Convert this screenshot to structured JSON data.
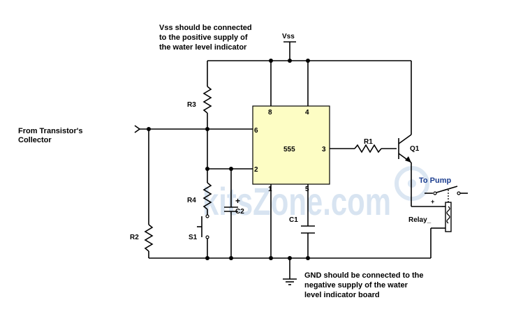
{
  "notes": {
    "vss_line1": "Vss should be connected",
    "vss_line2": "to the positive supply of",
    "vss_line3": "the water level indicator",
    "gnd_line1": "GND should be connected to the",
    "gnd_line2": "negative supply of the water",
    "gnd_line3": "level indicator board"
  },
  "input": {
    "line1": "From Transistor's",
    "line2": "Collector"
  },
  "supply": {
    "vss": "Vss"
  },
  "ic": {
    "name": "555",
    "pins": {
      "p8": "8",
      "p4": "4",
      "p6": "6",
      "p2": "2",
      "p3": "3",
      "p1": "1",
      "p5": "5"
    }
  },
  "components": {
    "r1": "R1",
    "r2": "R2",
    "r3": "R3",
    "r4": "R4",
    "c1": "C1",
    "c2": "C2",
    "s1": "S1",
    "q1": "Q1",
    "relay": "Relay_",
    "pump": "To Pump",
    "plus_c2": "+",
    "plus_relay": "+"
  },
  "watermark": "kitsZone.com",
  "colors": {
    "ic_fill": "#fdfdc4",
    "pump_label": "#1b3d8f",
    "watermark": "#b9cfe6"
  }
}
